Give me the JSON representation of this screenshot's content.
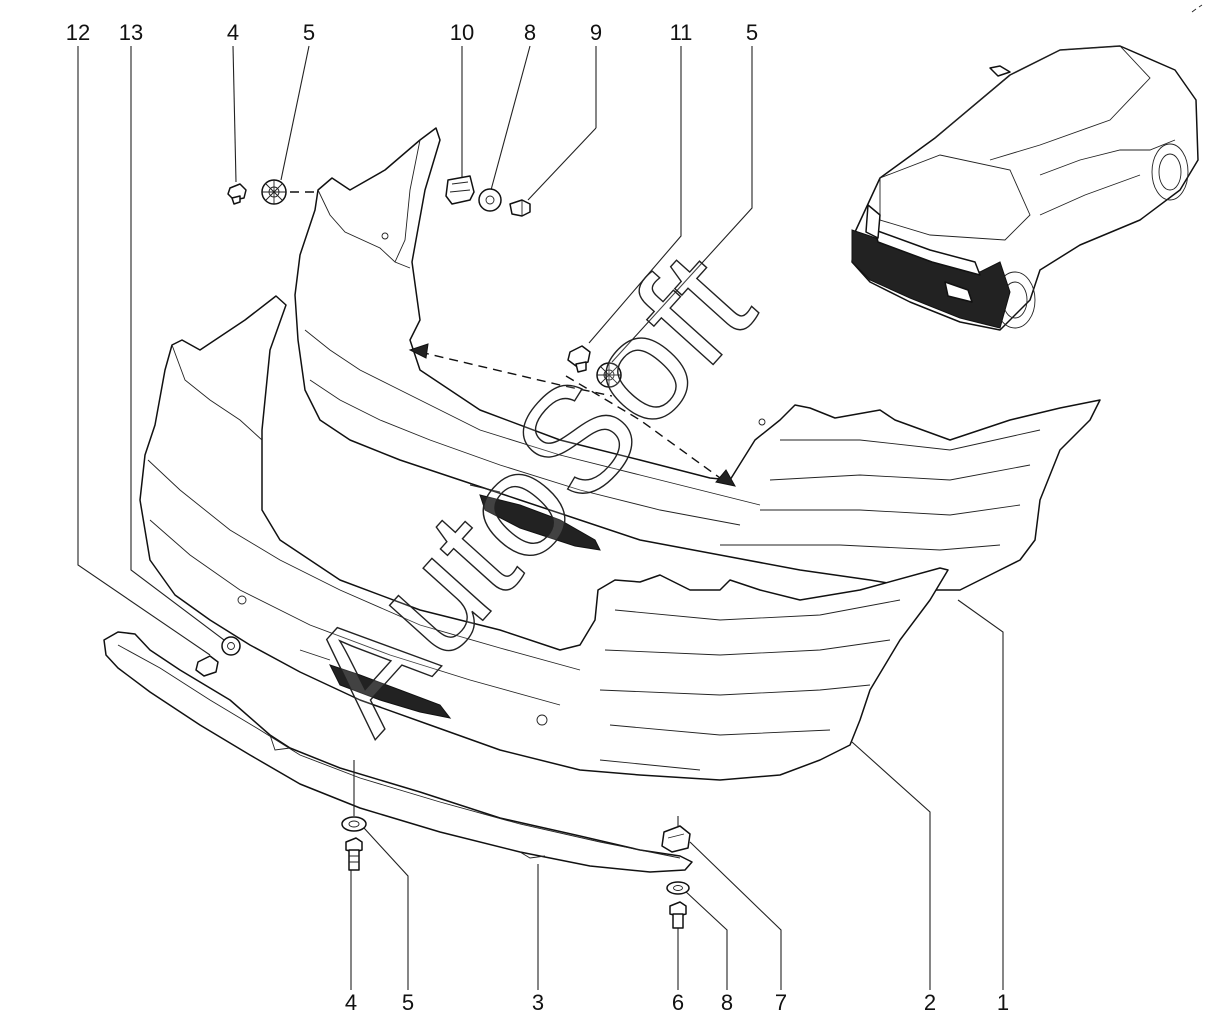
{
  "callouts_top": [
    "12",
    "13",
    "4",
    "5",
    "10",
    "8",
    "9",
    "11",
    "5"
  ],
  "callouts_bottom": [
    "4",
    "5",
    "3",
    "6",
    "8",
    "7",
    "2",
    "1"
  ],
  "watermark": "AutoSoft"
}
